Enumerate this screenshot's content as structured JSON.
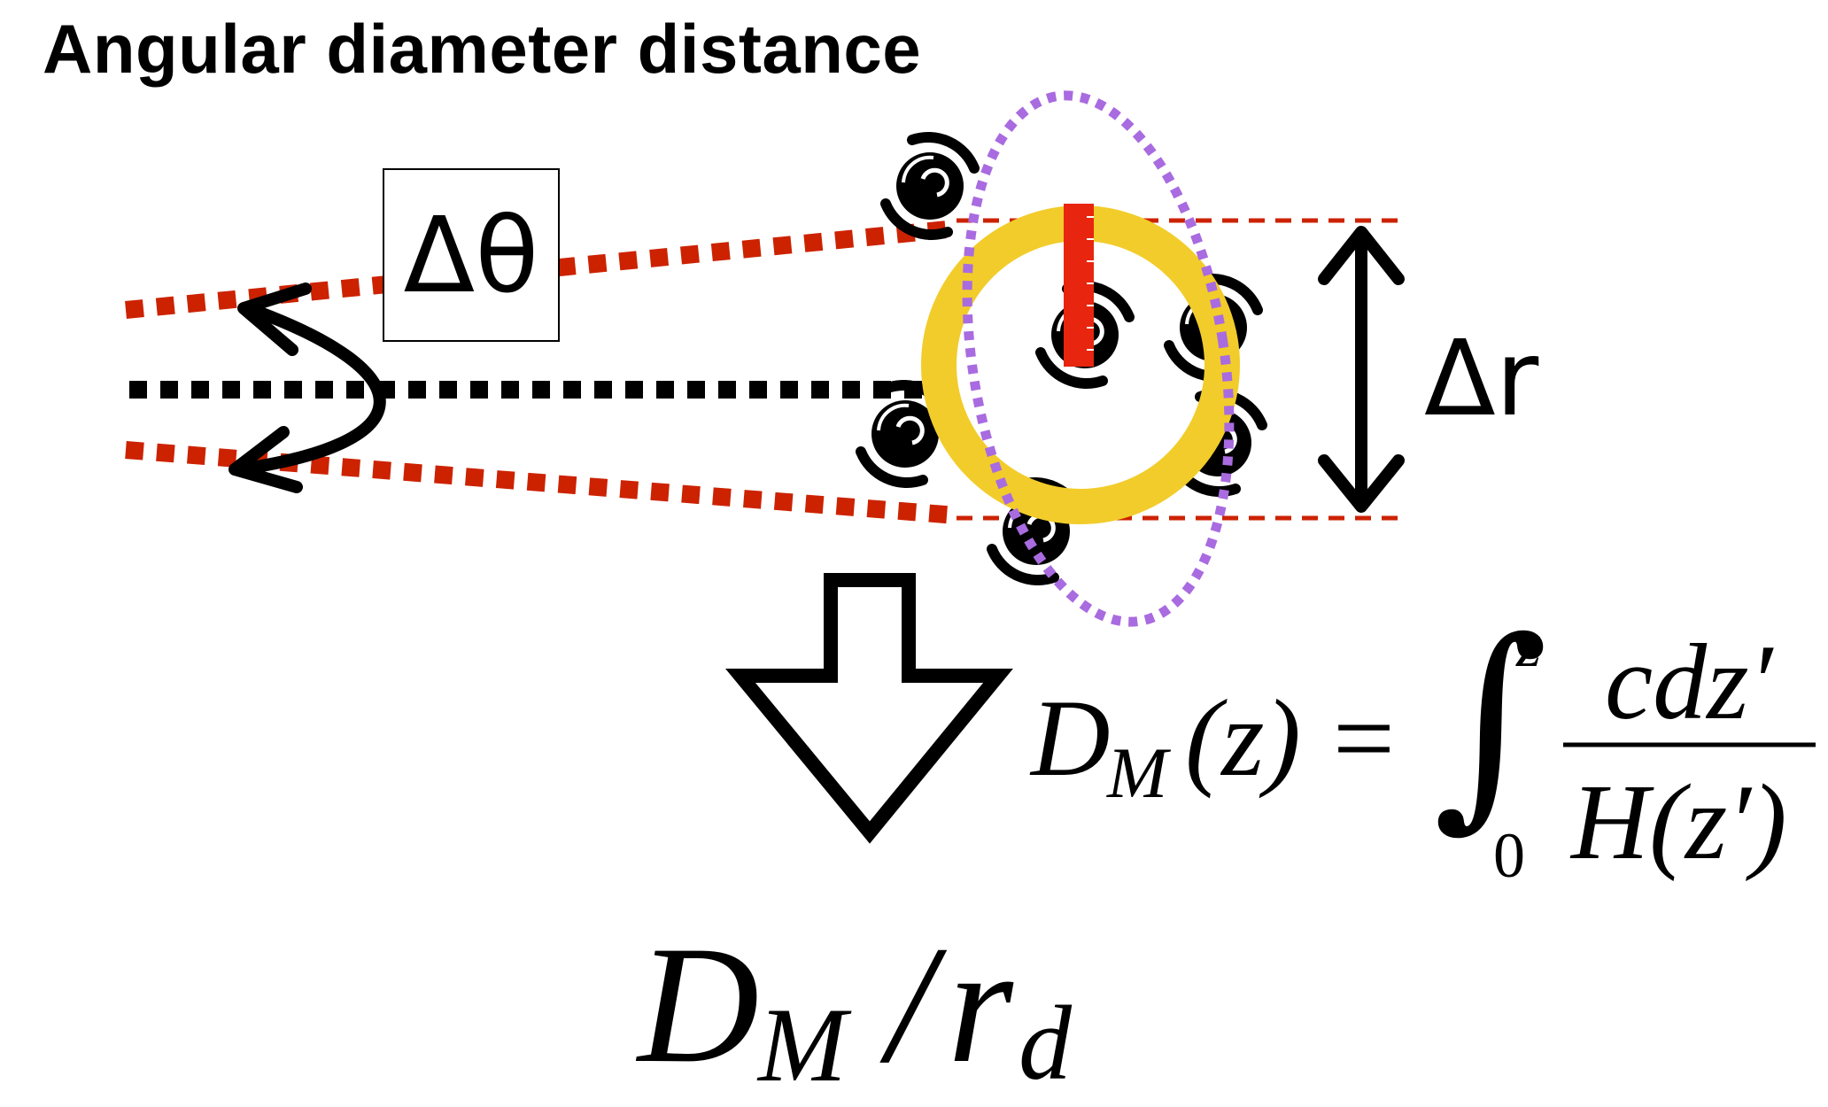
{
  "title": "Angular diameter distance",
  "labels": {
    "delta_theta": "Δθ",
    "delta_r": "Δr"
  },
  "equation": {
    "lhs_symbol": "D",
    "lhs_subscript": "M",
    "lhs_arg": "(z)",
    "equals": "=",
    "integral": "∫",
    "upper_limit": "z",
    "lower_limit": "0",
    "numerator": "cdz′",
    "denominator": "H(z′)"
  },
  "result": {
    "symbol": "D",
    "subscript": "M",
    "slash": "/",
    "symbol2": "r",
    "subscript2": "d"
  },
  "colors": {
    "red_dotted": "#cc2200",
    "purple_dotted": "#a96be0",
    "yellow_ring": "#f2cc2a",
    "ruler": "#e8250e",
    "black": "#000000"
  }
}
